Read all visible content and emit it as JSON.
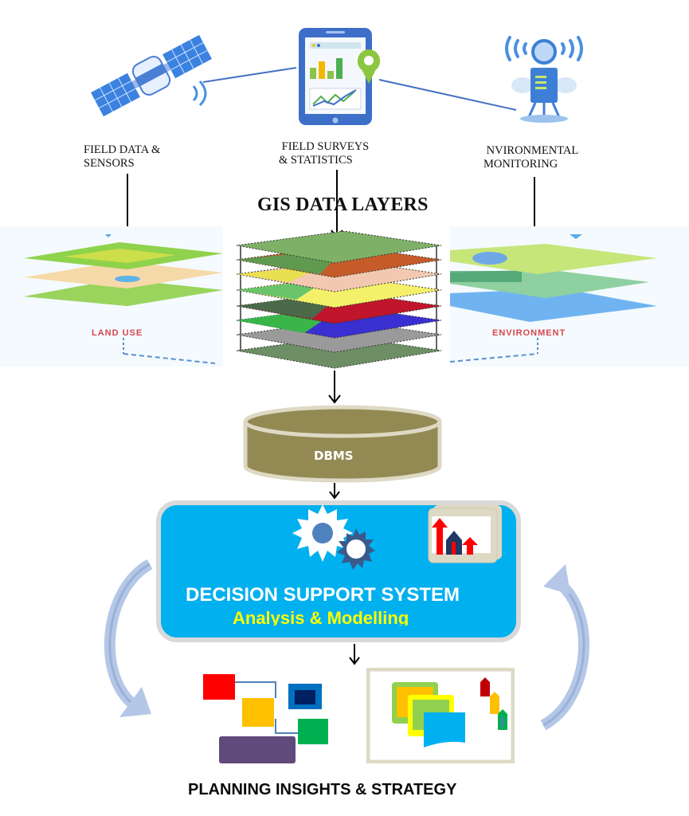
{
  "sources": [
    {
      "label": "FIELD DATA &\nSENSORS",
      "icon": "satellite-icon"
    },
    {
      "label": " FIELD SURVEYS\n& STATISTICS",
      "icon": "tablet-statistics-icon"
    },
    {
      "label": " NVIRONMENTAL\nMONITORING",
      "icon": "monitoring-station-icon"
    }
  ],
  "gis": {
    "title": "GIS DATA LAYERS",
    "left_map_label": "LAND USE",
    "right_map_label": "ENVIRONMENT"
  },
  "dbms": {
    "label": "DBMS"
  },
  "dss": {
    "title": "DECISION SUPPORT SYSTEM",
    "subtitle": "Analysis & Modelling"
  },
  "output": {
    "title": "PLANNING INSIGHTS & STRATEGY"
  },
  "colors": {
    "dss_fill": "#00b0ef",
    "dss_border": "#d9d9d9",
    "dss_subtitle": "#ffff00",
    "dbms_fill": "#938953",
    "dbms_rim": "#ddd9c4",
    "map_label": "#d6474f",
    "cycle_arrow": "#b4c7e7"
  }
}
